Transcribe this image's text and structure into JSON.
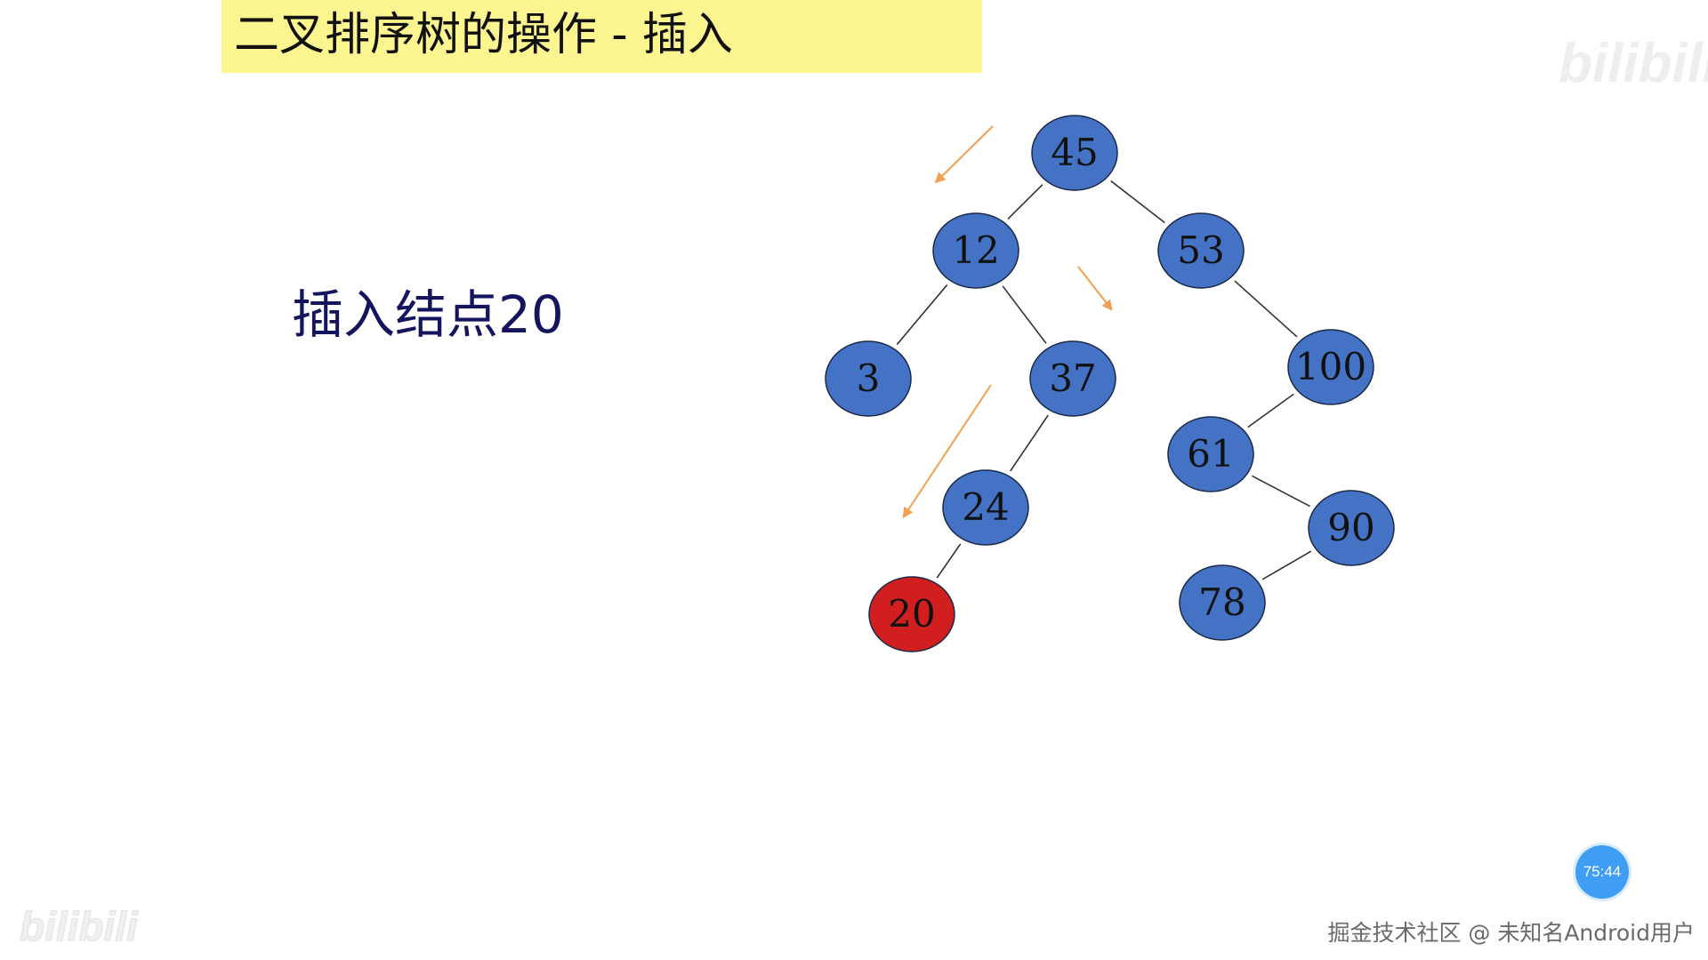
{
  "slide": {
    "title": "二叉排序树的操作 - 插入",
    "caption": "插入结点20"
  },
  "tree": {
    "nodes": [
      {
        "id": "n45",
        "label": "45",
        "fill": "#4472c4"
      },
      {
        "id": "n12",
        "label": "12",
        "fill": "#4472c4"
      },
      {
        "id": "n53",
        "label": "53",
        "fill": "#4472c4"
      },
      {
        "id": "n3",
        "label": "3",
        "fill": "#4472c4"
      },
      {
        "id": "n37",
        "label": "37",
        "fill": "#4472c4"
      },
      {
        "id": "n100",
        "label": "100",
        "fill": "#4472c4"
      },
      {
        "id": "n24",
        "label": "24",
        "fill": "#4472c4"
      },
      {
        "id": "n61",
        "label": "61",
        "fill": "#4472c4"
      },
      {
        "id": "n90",
        "label": "90",
        "fill": "#4472c4"
      },
      {
        "id": "n20",
        "label": "20",
        "fill": "#d11f1f",
        "inserted": true
      },
      {
        "id": "n78",
        "label": "78",
        "fill": "#4472c4"
      }
    ],
    "edges": [
      [
        "n45",
        "n12"
      ],
      [
        "n45",
        "n53"
      ],
      [
        "n12",
        "n3"
      ],
      [
        "n12",
        "n37"
      ],
      [
        "n37",
        "n24"
      ],
      [
        "n24",
        "n20"
      ],
      [
        "n53",
        "n100"
      ],
      [
        "n100",
        "n61"
      ],
      [
        "n61",
        "n90"
      ],
      [
        "n90",
        "n78"
      ]
    ],
    "arrow_color": "#f0a050"
  },
  "overlay": {
    "timer": "75:44",
    "credit": "掘金技术社区 @ 未知名Android用户",
    "logo_text": "bilibili"
  }
}
